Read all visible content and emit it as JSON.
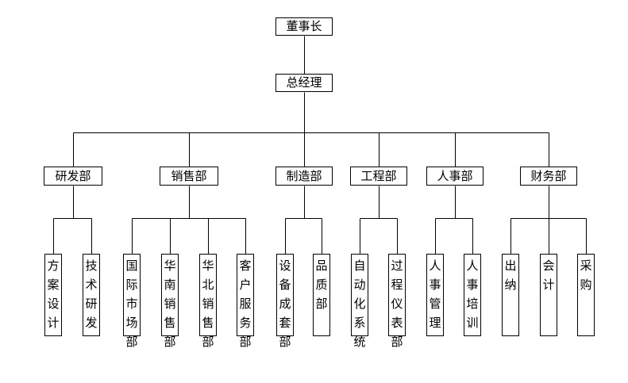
{
  "chairman": "董事长",
  "gm": "总经理",
  "departments": [
    {
      "name": "研发部",
      "units": [
        "方案设计",
        "技术研发"
      ]
    },
    {
      "name": "销售部",
      "units": [
        "国际市场部",
        "华南销售部",
        "华北销售部",
        "客户服务部"
      ]
    },
    {
      "name": "制造部",
      "units": [
        "设备成套部",
        "品质部"
      ]
    },
    {
      "name": "工程部",
      "units": [
        "自动化系统",
        "过程仪表部"
      ]
    },
    {
      "name": "人事部",
      "units": [
        "人事管理",
        "人事培训"
      ]
    },
    {
      "name": "财务部",
      "units": [
        "出纳",
        "会计",
        "采购"
      ]
    }
  ],
  "colors": {
    "line": "#000000",
    "box_border": "#000000",
    "background": "#ffffff"
  }
}
